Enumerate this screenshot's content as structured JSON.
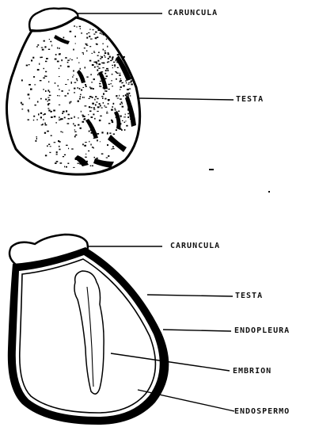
{
  "top_figure": {
    "labels": {
      "caruncula": "CARUNCULA",
      "testa": "TESTA"
    }
  },
  "bottom_figure": {
    "labels": {
      "caruncula": "CARUNCULA",
      "testa": "TESTA",
      "endopleura": "ENDOPLEURA",
      "embrion": "EMBRION",
      "endospermo": "ENDOSPERMO"
    }
  }
}
